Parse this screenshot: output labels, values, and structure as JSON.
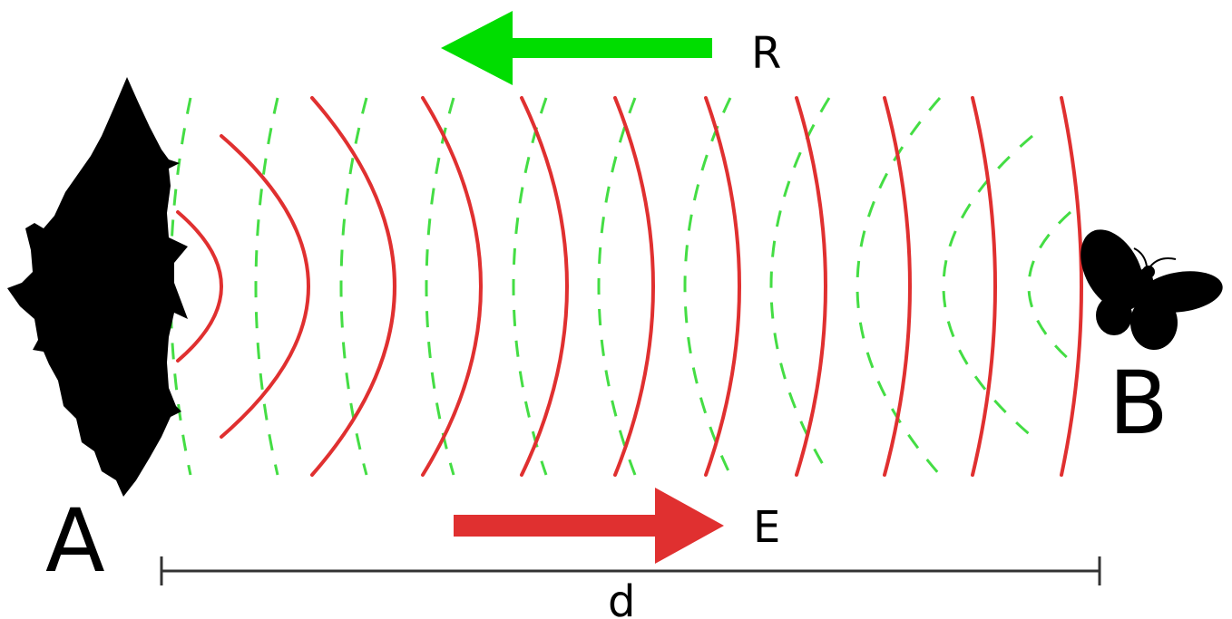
{
  "labels": {
    "source": "A",
    "target": "B",
    "emitted": "E",
    "reflected": "R",
    "distance": "d"
  },
  "colors": {
    "emitted_wave": "#e03030",
    "reflected_wave": "#44dd44",
    "emitted_arrow": "#e03030",
    "reflected_arrow": "#00dd00",
    "silhouette": "#000000",
    "ruler": "#333333"
  },
  "icons": {
    "source": "bat-icon",
    "target": "butterfly-icon"
  }
}
